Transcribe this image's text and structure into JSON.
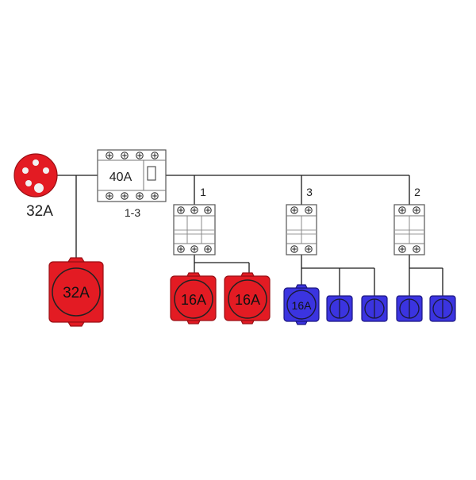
{
  "inlet": {
    "label": "32A",
    "color": "#e31b23"
  },
  "rcd": {
    "rating": "40A",
    "phase_label": "1-3"
  },
  "breakers": [
    {
      "phase": "1"
    },
    {
      "phase": "3"
    },
    {
      "phase": "2"
    }
  ],
  "outlets": {
    "red_32a_label": "32A",
    "red_16a_labels": [
      "16A",
      "16A"
    ],
    "blue_16a_label": "16A"
  },
  "colors": {
    "red": "#e31b23",
    "red_stroke": "#9a0f14",
    "blue": "#3b34e0",
    "blue_stroke": "#1c1780",
    "wire": "#1a1a1a",
    "device_fill": "#ffffff",
    "device_stroke": "#555555"
  }
}
